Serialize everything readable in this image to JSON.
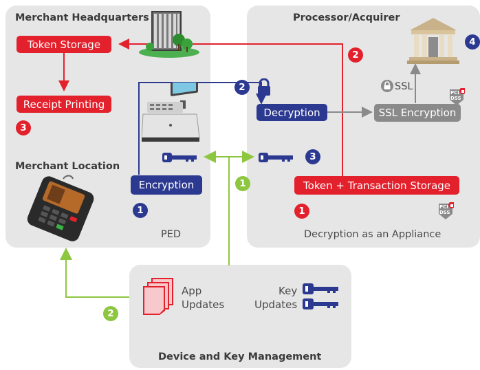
{
  "panels": {
    "merchant_hq_title": "Merchant Headquarters",
    "merchant_location_title": "Merchant Location",
    "processor_title": "Processor/Acquirer",
    "device_mgmt_title": "Device and Key Management"
  },
  "boxes": {
    "token_storage": "Token Storage",
    "receipt_printing": "Receipt Printing",
    "encryption": "Encryption",
    "decryption": "Decryption",
    "ssl_encryption": "SSL Encryption",
    "token_transaction_storage": "Token + Transaction Storage"
  },
  "labels": {
    "ped": "PED",
    "decryption_appliance": "Decryption as an Appliance",
    "ssl": "SSL",
    "pci_line1": "PCI",
    "pci_line2": "DSS",
    "app_updates_line1": "App",
    "app_updates_line2": "Updates",
    "key_updates_line1": "Key",
    "key_updates_line2": "Updates"
  },
  "badges": {
    "hq_red_3": "3",
    "ped_navy_1": "1",
    "lock_navy_2": "2",
    "decrypt_navy_3": "3",
    "green_1": "1",
    "proc_red_2": "2",
    "proc_red_1": "1",
    "bank_navy_4": "4",
    "green_2": "2"
  },
  "colors": {
    "red": "#e3212d",
    "navy": "#2b3990",
    "green": "#8dc63f",
    "grey": "#8a8a8a",
    "panel": "#e6e6e6"
  }
}
